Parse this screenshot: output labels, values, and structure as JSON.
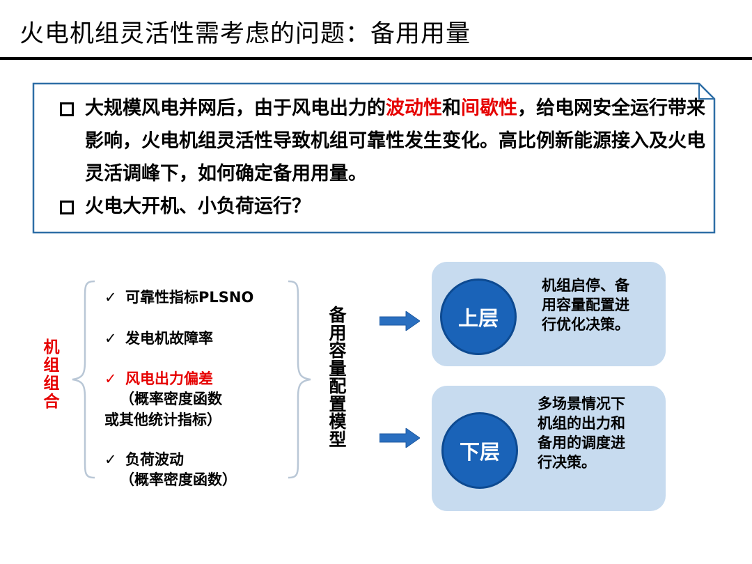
{
  "title": "火电机组灵活性需考虑的问题：备用用量",
  "callout": {
    "bullet1": {
      "part1": "大规模风电并网后，由于风电出力的",
      "highlight1": "波动性",
      "part2": "和",
      "highlight2": "间歇性",
      "part3": "，给电网安全运行带来影响，火电机组灵活性导致机组可靠性发生变化。高比例新能源接入及火电灵活调峰下，如何确定备用用量。"
    },
    "bullet2": "火电大开机、小负荷运行？"
  },
  "side_label": "机组组合",
  "items": [
    {
      "check": "✓",
      "label": "可靠性指标PLSNO"
    },
    {
      "check": "✓",
      "label": "发电机故障率"
    },
    {
      "check": "✓",
      "label": "风电出力偏差",
      "sub1": "（概率密度函数",
      "sub2": "或其他统计指标）"
    },
    {
      "check": "✓",
      "label": "负荷波动",
      "sub1": "（概率密度函数）"
    }
  ],
  "model_label": "备用容量配置模型",
  "panels": {
    "upper": {
      "circle": "上层",
      "text": "机组启停、备用容量配置进行优化决策。"
    },
    "lower": {
      "circle": "下层",
      "text": "多场景情况下机组的出力和备用的调度进行决策。"
    }
  },
  "colors": {
    "accent_red": "#e60000",
    "panel_blue": "#c7dbef",
    "circle_blue": "#1a63b8",
    "arrow_blue": "#2a6fc0",
    "frame": "#2e6ea6"
  }
}
